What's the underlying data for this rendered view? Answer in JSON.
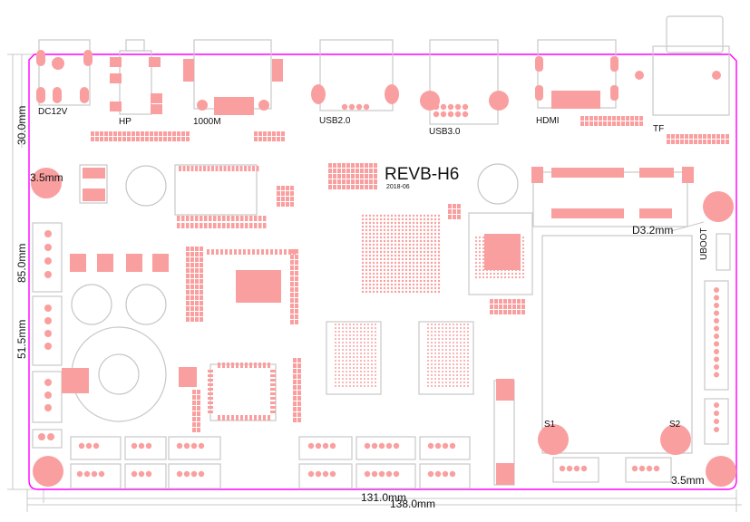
{
  "board": {
    "name": "REVB-H6",
    "date": "2018-06",
    "outline_color": "#ff00ff",
    "pad_color": "#fa9f9f",
    "silk_color": "#c8c8c8"
  },
  "connectors": {
    "dc": "DC12V",
    "hp": "HP",
    "eth": "1000M",
    "usb2": "USB2.0",
    "usb3": "USB3.0",
    "hdmi": "HDMI",
    "tf": "TF",
    "uboot": "UBOOT",
    "s1": "S1",
    "s2": "S2"
  },
  "dimensions": {
    "hole_top_left": "3.5mm",
    "hole_bottom_right": "3.5mm",
    "hole_diameter": "D3.2mm",
    "height_top": "30.0mm",
    "height_total": "85.0mm",
    "height_mid": "51.5mm",
    "width_inner": "131.0mm",
    "width_total": "138.0mm"
  }
}
